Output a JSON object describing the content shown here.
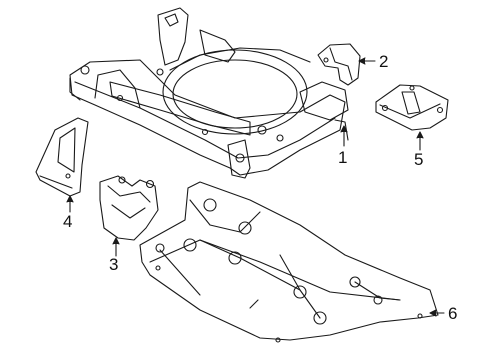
{
  "diagram": {
    "parts": [
      {
        "id": "1",
        "label": "1"
      },
      {
        "id": "2",
        "label": "2"
      },
      {
        "id": "3",
        "label": "3"
      },
      {
        "id": "4",
        "label": "4"
      },
      {
        "id": "5",
        "label": "5"
      },
      {
        "id": "6",
        "label": "6"
      }
    ]
  }
}
